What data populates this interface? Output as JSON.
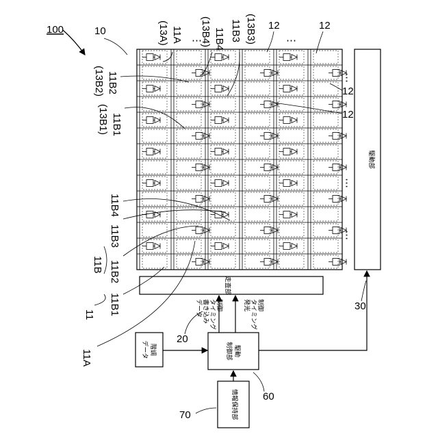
{
  "figure_number": "100",
  "labels": {
    "panel": "10",
    "pixel_unit": "12",
    "data_driver": "走査部",
    "scan_driver": "駆動部",
    "controller": "駆動\n制御部",
    "info_store": "情報保持部",
    "gradation": "階調\nデータ",
    "sig_write": "データ\n書き込み\nタイミング\n制御",
    "sig_emit": "発光\nタイミング\n制御"
  },
  "refs": {
    "r11": "11",
    "r11A": "11A",
    "r11B": "11B",
    "r11B1": "11B1",
    "r11B2": "11B2",
    "r11B3": "11B3",
    "r11B4": "11B4",
    "r13A": "(13A)",
    "r13B1": "(13B1)",
    "r13B2": "(13B2)",
    "r13B3": "(13B3)",
    "r13B4": "(13B4)",
    "r20": "20",
    "r30": "30",
    "r60": "60",
    "r70": "70"
  },
  "ellipsis": "⋯",
  "vertical_dots": "⋮"
}
